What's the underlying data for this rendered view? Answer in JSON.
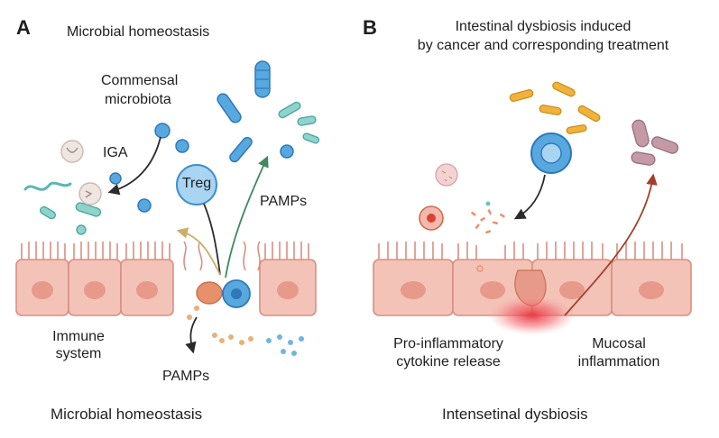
{
  "panel_a": {
    "letter": "A",
    "title": "Microbial homeostasis",
    "labels": {
      "commensal_line1": "Commensal",
      "commensal_line2": "microbiota",
      "iga": "IGA",
      "treg": "Treg",
      "pamps_upper": "PAMPs",
      "immune_line1": "Immune",
      "immune_line2": "system",
      "pamps_lower": "PAMPs"
    },
    "caption": "Microbial homeostasis"
  },
  "panel_b": {
    "letter": "B",
    "title_line1": "Intestinal dysbiosis induced",
    "title_line2": "by cancer and corresponding treatment",
    "labels": {
      "cytokine_line1": "Pro-inflammatory",
      "cytokine_line2": "cytokine release",
      "mucosal_line1": "Mucosal",
      "mucosal_line2": "inflammation"
    },
    "caption": "Intensetinal dysbiosis"
  },
  "colors": {
    "epithelium_fill": "#f3c3b8",
    "epithelium_stroke": "#d98f82",
    "nucleus": "#e79a8a",
    "bacteria_teal": "#6cc3bf",
    "bacteria_blue": "#3e8fcf",
    "bacteria_orange": "#f0b23a",
    "bacteria_mauve": "#c49aa6",
    "arrow_dark": "#2b2b2b",
    "arrow_green": "#3f8a5e",
    "arrow_tan": "#c9b06a",
    "arrow_red": "#a3402c",
    "inflammation_red": "#e8303a"
  }
}
